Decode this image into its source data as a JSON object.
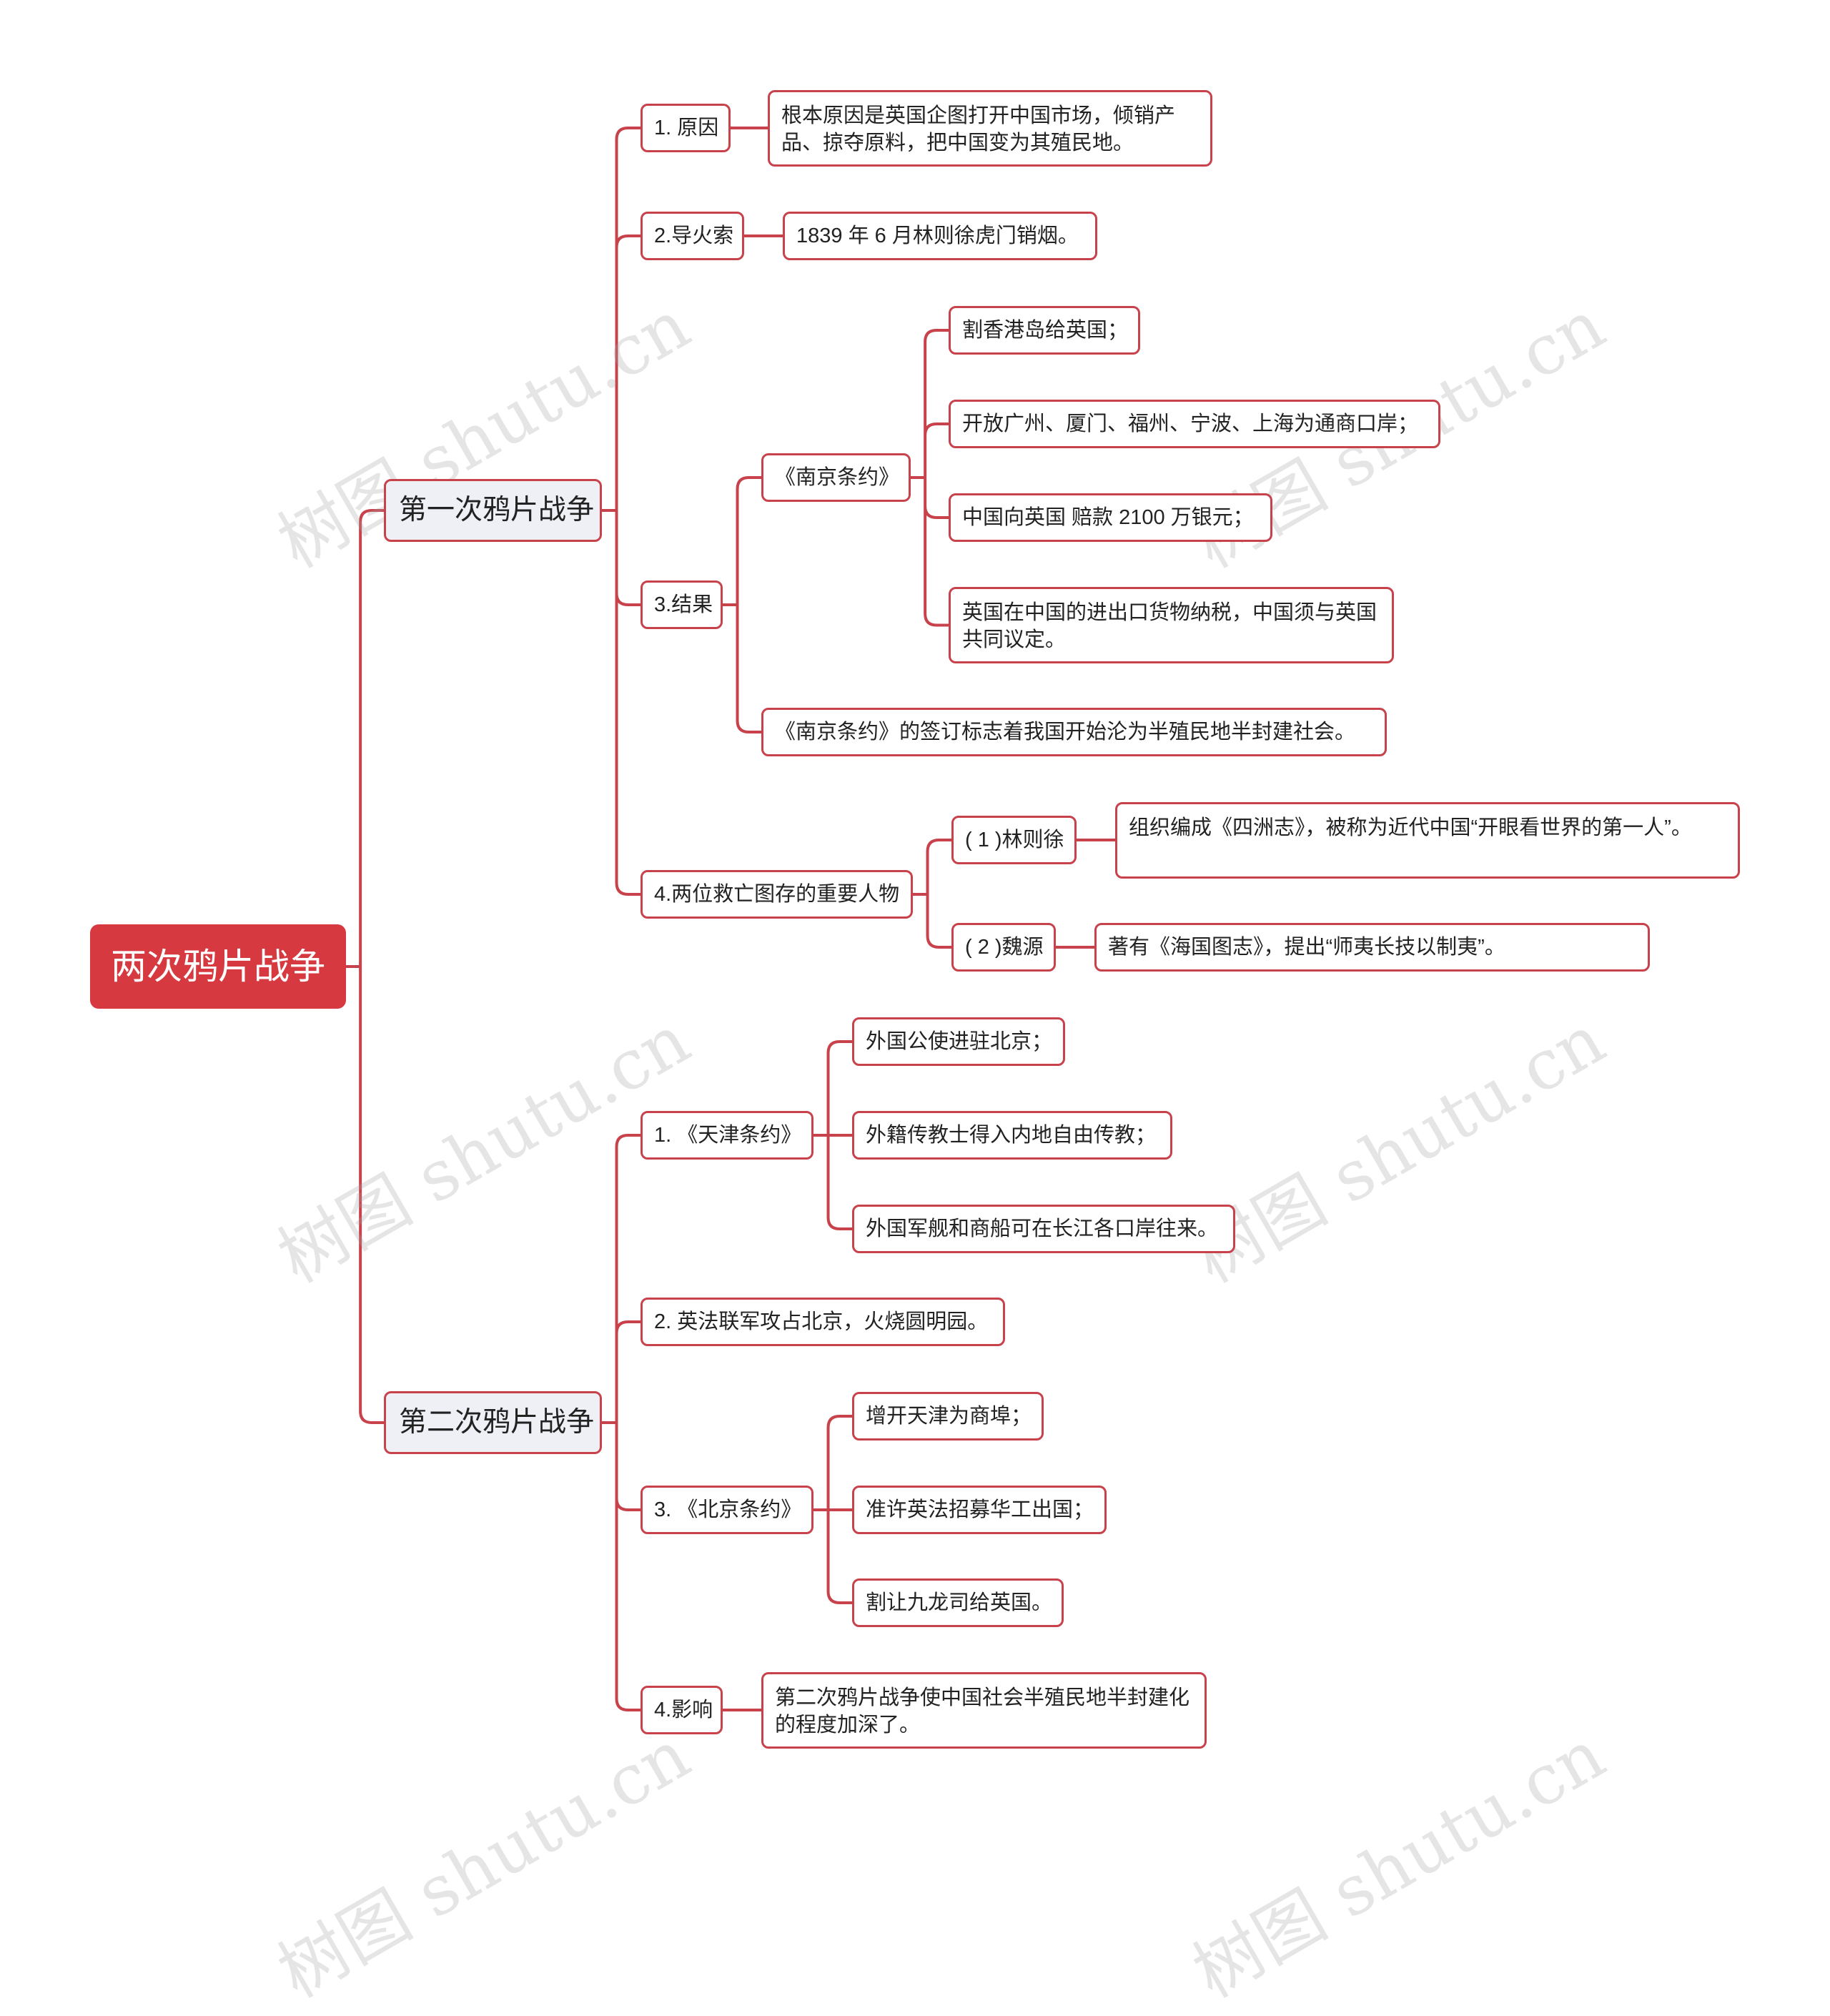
{
  "root": "两次鸦片战争",
  "war1": {
    "title": "第一次鸦片战争",
    "cause": {
      "label": "1. 原因",
      "detail": "根本原因是英国企图打开中国市场，倾销产品、掠夺原料，把中国变为其殖民地。"
    },
    "trigger": {
      "label": "2.导火索",
      "detail": "1839 年 6 月林则徐虎门销烟。"
    },
    "result": {
      "label": "3.结果",
      "treaty": {
        "label": "《南京条约》",
        "items": [
          "割香港岛给英国；",
          "开放广州、厦门、福州、宁波、上海为通商口岸；",
          "中国向英国 赔款 2100 万银元；",
          "英国在中国的进出口货物纳税，中国须与英国共同议定。"
        ]
      },
      "significance": "《南京条约》的签订标志着我国开始沦为半殖民地半封建社会。"
    },
    "figures": {
      "label": "4.两位救亡图存的重要人物",
      "people": [
        {
          "name": "( 1 )林则徐",
          "detail": "组织编成《四洲志》，被称为近代中国“开眼看世界的第一人”。"
        },
        {
          "name": "( 2 )魏源",
          "detail": "著有《海国图志》，提出“师夷长技以制夷”。"
        }
      ]
    }
  },
  "war2": {
    "title": "第二次鸦片战争",
    "tianjin": {
      "label": "1. 《天津条约》",
      "items": [
        "外国公使进驻北京；",
        "外籍传教士得入内地自由传教；",
        "外国军舰和商船可在长江各口岸往来。"
      ]
    },
    "event": "2. 英法联军攻占北京，火烧圆明园。",
    "beijing": {
      "label": "3. 《北京条约》",
      "items": [
        "增开天津为商埠；",
        "准许英法招募华工出国；",
        "割让九龙司给英国。"
      ]
    },
    "impact": {
      "label": "4.影响",
      "detail": "第二次鸦片战争使中国社会半殖民地半封建化的程度加深了。"
    }
  },
  "watermark": "树图 shutu.cn",
  "colors": {
    "accent": "#d6393f",
    "line": "#c8424c",
    "l1_bg": "#eef0f5"
  }
}
